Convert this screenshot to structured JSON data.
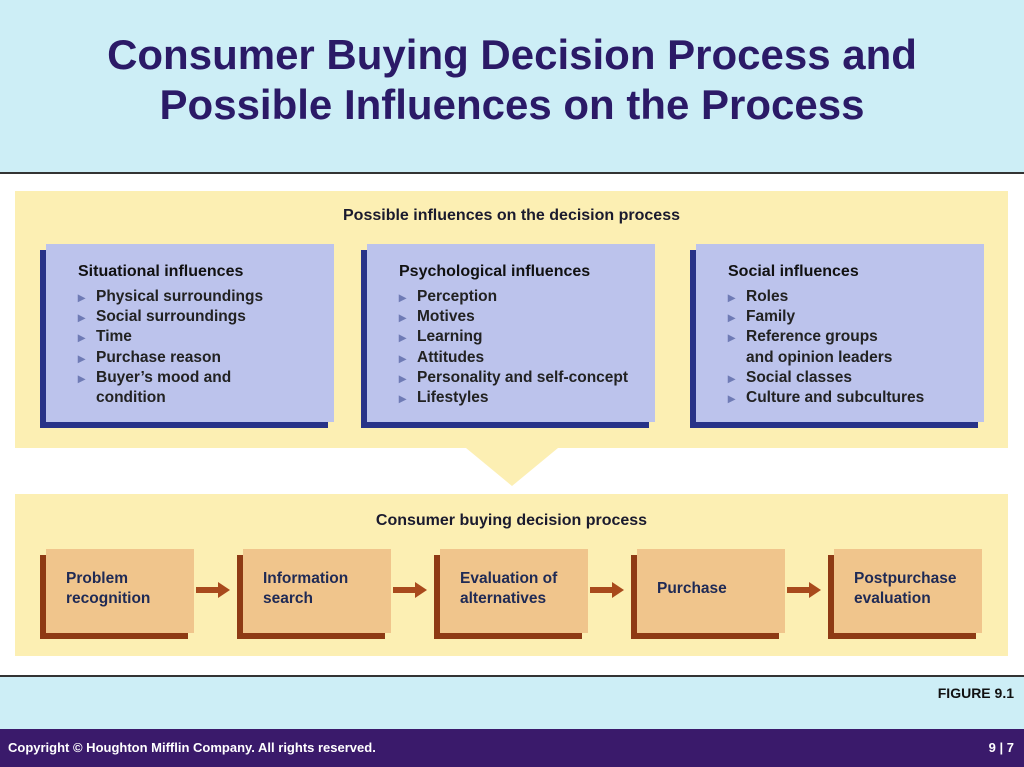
{
  "slide": {
    "title_line1": "Consumer Buying Decision Process and",
    "title_line2": "Possible Influences on the Process",
    "figure_label": "FIGURE 9.1",
    "copyright": "Copyright © Houghton Mifflin Company. All rights reserved.",
    "page_number": "9 | 7"
  },
  "influences": {
    "title": "Possible influences on the decision process",
    "boxes": [
      {
        "heading": "Situational influences",
        "items": [
          "Physical surroundings",
          "Social surroundings",
          "Time",
          "Purchase reason",
          "Buyer’s mood and\ncondition"
        ]
      },
      {
        "heading": "Psychological influences",
        "items": [
          "Perception",
          "Motives",
          "Learning",
          "Attitudes",
          "Personality and self-concept",
          "Lifestyles"
        ]
      },
      {
        "heading": "Social influences",
        "items": [
          "Roles",
          "Family",
          "Reference groups\nand opinion leaders",
          "Social classes",
          "Culture and subcultures"
        ]
      }
    ]
  },
  "process": {
    "title": "Consumer buying decision process",
    "steps": [
      "Problem\nrecognition",
      "Information\nsearch",
      "Evaluation of\nalternatives",
      "Purchase",
      "Postpurchase\nevaluation"
    ]
  },
  "colors": {
    "title_text": "#2b1a67",
    "band": "#cdeef6",
    "panel": "#fcefb3",
    "influence_box": "#bcc3ec",
    "influence_shadow": "#283388",
    "step_box": "#f0c58c",
    "step_shadow": "#8e3a14",
    "footer": "#3a1a6b"
  }
}
